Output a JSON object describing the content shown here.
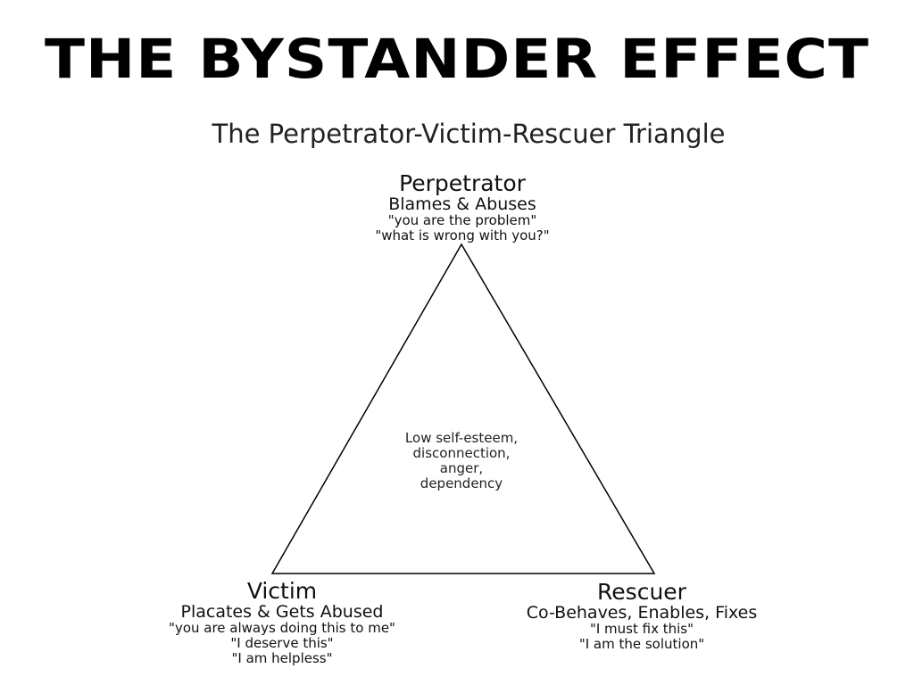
{
  "slide": {
    "title": "The Bystander Effect"
  },
  "diagram": {
    "title": "The Perpetrator-Victim-Rescuer Triangle",
    "center_lines": [
      "Low self-esteem,",
      "disconnection,",
      "anger,",
      "dependency"
    ],
    "nodes": {
      "perpetrator": {
        "role": "Perpetrator",
        "action": "Blames & Abuses",
        "quotes": [
          "\"you are the problem\"",
          "\"what is wrong with you?\""
        ]
      },
      "victim": {
        "role": "Victim",
        "action": "Placates & Gets Abused",
        "quotes": [
          "\"you are always doing this to me\"",
          "\"I deserve this\"",
          "\"I am helpless\""
        ]
      },
      "rescuer": {
        "role": "Rescuer",
        "action": "Co-Behaves, Enables, Fixes",
        "quotes": [
          "\"I must fix this\"",
          "\"I am the solution\""
        ]
      }
    }
  }
}
